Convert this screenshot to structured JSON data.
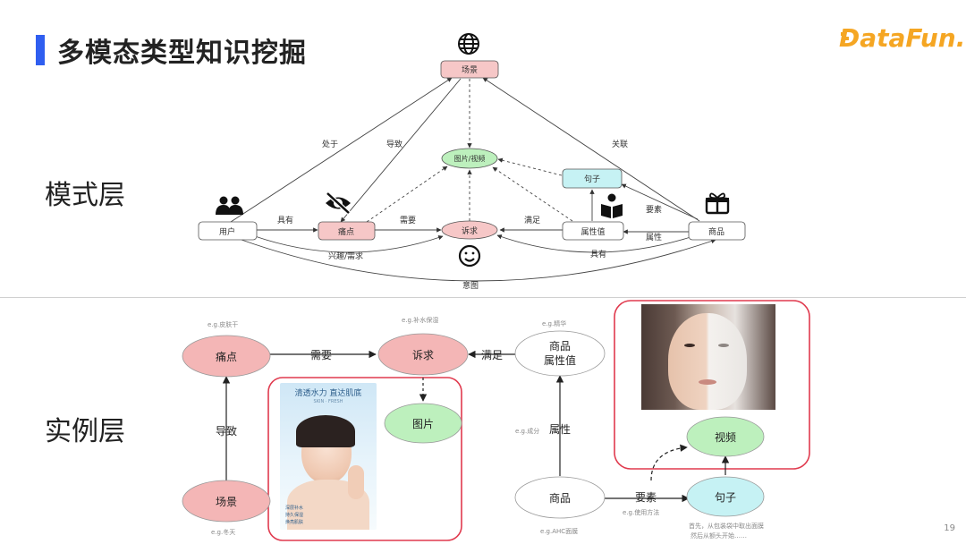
{
  "title": "多模态类型知识挖掘",
  "logo": "DataFun.",
  "layers": {
    "schema": "模式层",
    "instance": "实例层"
  },
  "page_number": "19",
  "schema": {
    "nodes": {
      "scene": "场景",
      "user": "用户",
      "pain": "痛点",
      "demand": "诉求",
      "image": "图片/视频",
      "sentence": "句子",
      "attr_value": "属性值",
      "product": "商品"
    },
    "edges": {
      "in": "处于",
      "cause": "导致",
      "relate": "关联",
      "have": "具有",
      "need": "需要",
      "satisfy": "满足",
      "element": "要素",
      "attribute": "属性",
      "interest": "兴趣/需求",
      "have2": "具有",
      "intent": "意图"
    },
    "icons": {
      "scene": "globe-icon",
      "user": "users-icon",
      "pain": "eye-slash-icon",
      "demand": "smile-icon",
      "attr_value": "book-reader-icon",
      "product": "gift-icon"
    }
  },
  "instance": {
    "nodes": {
      "pain": "痛点",
      "demand": "诉求",
      "attr_line1": "商品",
      "attr_line2": "属性值",
      "image": "图片",
      "video": "视频",
      "scene": "场景",
      "product": "商品",
      "sentence": "句子"
    },
    "edges": {
      "need": "需要",
      "satisfy": "满足",
      "cause": "导致",
      "attribute": "属性",
      "element": "要素"
    },
    "examples": {
      "pain": "e.g.皮肤干",
      "demand": "e.g.补水保湿",
      "attr": "e.g.精华",
      "attribute": "e.g.成分",
      "scene": "e.g.冬天",
      "product": "e.g.AHC面膜",
      "element": "e.g.使用方法",
      "sentence_line1": "首先，从包装袋中取出面膜",
      "sentence_line2": "然后从额头开始……"
    },
    "poster_title": "清透水力 直达肌底",
    "poster_sub": "SKIN · FRESH",
    "poster_small": [
      "深层补水",
      "持久保湿",
      "焕亮肌肤"
    ]
  },
  "colors": {
    "pink_fill": "#f6c7c7",
    "pink_node": "#f4b6b6",
    "green_node": "#bdf0bd",
    "cyan_node": "#c6f2f4",
    "red_frame": "#e03a4e",
    "title_bar": "#2f5ef0",
    "logo": "#f5a623"
  }
}
